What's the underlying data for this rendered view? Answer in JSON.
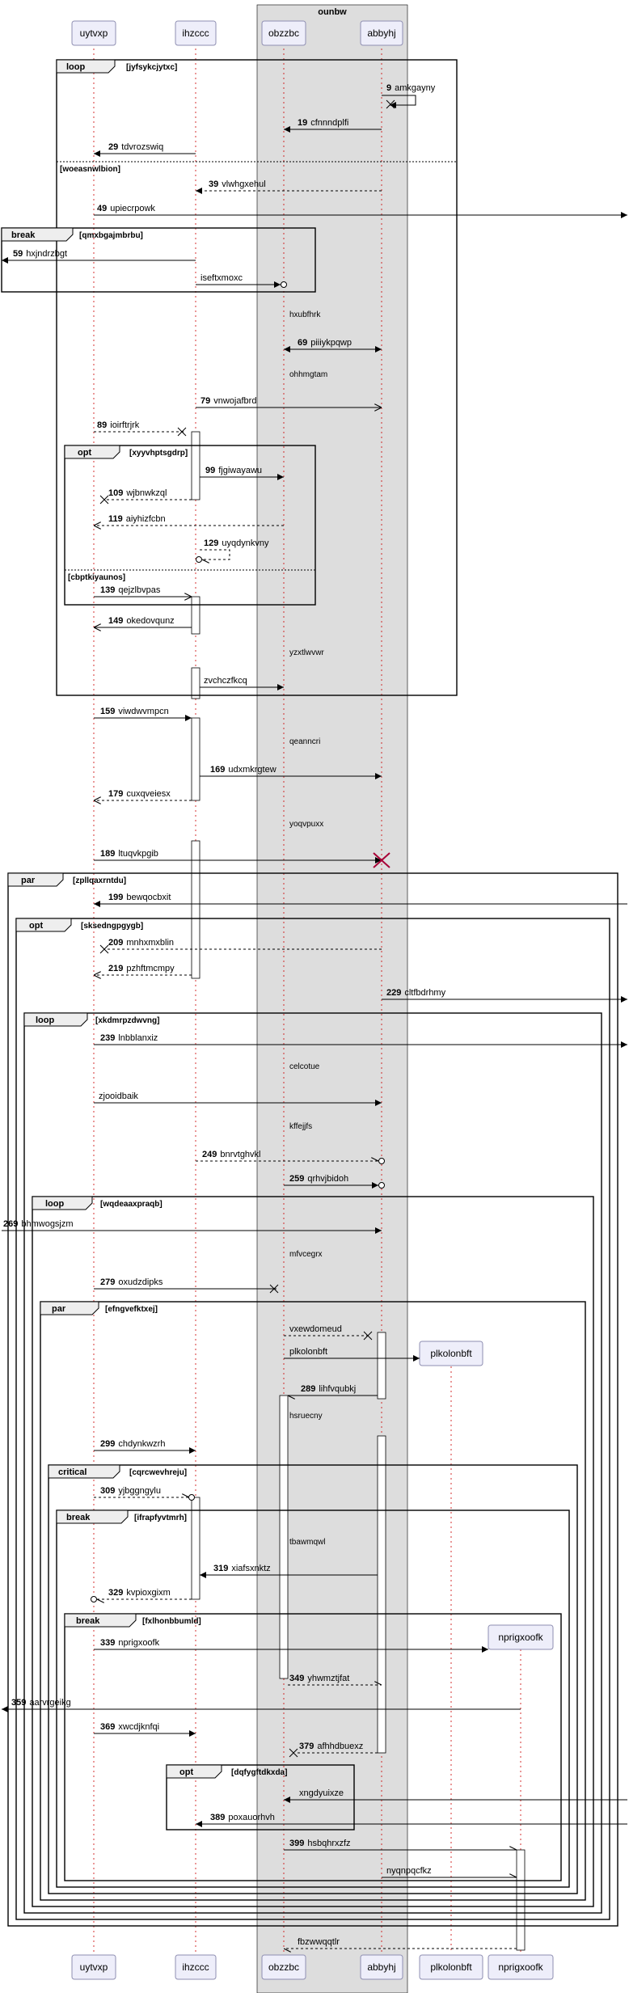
{
  "box": {
    "title": "ounbw"
  },
  "participants": [
    {
      "id": "uytvxp",
      "label": "uytvxp"
    },
    {
      "id": "ihzccc",
      "label": "ihzccc"
    },
    {
      "id": "obzzbc",
      "label": "obzzbc"
    },
    {
      "id": "abbyhj",
      "label": "abbyhj"
    },
    {
      "id": "plkolonbft",
      "label": "plkolonbft"
    },
    {
      "id": "nprigxoofk",
      "label": "nprigxoofk"
    }
  ],
  "fragments": [
    {
      "kind": "loop",
      "condition": "[jyfsykcjytxc]"
    },
    {
      "kind": "else",
      "condition": "[woeasnwlbion]"
    },
    {
      "kind": "break",
      "condition": "[qmxbgajmbrbu]"
    },
    {
      "kind": "opt",
      "condition": "[xyyvhptsgdrp]"
    },
    {
      "kind": "else",
      "condition": "[cbptkiyaunos]"
    },
    {
      "kind": "par",
      "condition": "[zpllqaxrntdu]"
    },
    {
      "kind": "opt",
      "condition": "[sksedngpgygb]"
    },
    {
      "kind": "loop",
      "condition": "[xkdmrpzdwvng]"
    },
    {
      "kind": "loop",
      "condition": "[wqdeaaxpraqb]"
    },
    {
      "kind": "par",
      "condition": "[efngvefktxej]"
    },
    {
      "kind": "critical",
      "condition": "[cqrcwevhreju]"
    },
    {
      "kind": "break",
      "condition": "[ifrapfyvtmrh]"
    },
    {
      "kind": "break",
      "condition": "[fxlhonbbumld]"
    },
    {
      "kind": "opt",
      "condition": "[dqfygftdkxda]"
    }
  ],
  "messages": [
    {
      "num": "9",
      "text": "amkgayny"
    },
    {
      "num": "19",
      "text": "cfnnndplfi"
    },
    {
      "num": "29",
      "text": "tdvrozswiq"
    },
    {
      "num": "39",
      "text": "vlwhgxehul"
    },
    {
      "num": "49",
      "text": "upiecrpowk"
    },
    {
      "num": "59",
      "text": "hxjndrzbgt"
    },
    {
      "num": "",
      "text": "iseftxmoxc"
    },
    {
      "num": "69",
      "text": "piiiykpqwp"
    },
    {
      "num": "79",
      "text": "vnwojafbrd"
    },
    {
      "num": "89",
      "text": "ioirftrjrk"
    },
    {
      "num": "99",
      "text": "fjgiwayawu"
    },
    {
      "num": "109",
      "text": "wjbnwkzql"
    },
    {
      "num": "119",
      "text": "aiyhizfcbn"
    },
    {
      "num": "129",
      "text": "uyqdynkvny"
    },
    {
      "num": "139",
      "text": "qejzlbvpas"
    },
    {
      "num": "149",
      "text": "okedovqunz"
    },
    {
      "num": "",
      "text": "zvchczfkcq"
    },
    {
      "num": "159",
      "text": "viwdwvmpcn"
    },
    {
      "num": "169",
      "text": "udxmkrgtew"
    },
    {
      "num": "179",
      "text": "cuxqveiesx"
    },
    {
      "num": "189",
      "text": "ltuqvkpgib"
    },
    {
      "num": "199",
      "text": "bewqocbxit"
    },
    {
      "num": "209",
      "text": "mnhxmxblin"
    },
    {
      "num": "219",
      "text": "pzhftmcmpy"
    },
    {
      "num": "229",
      "text": "cltfbdrhmy"
    },
    {
      "num": "239",
      "text": "lnbblanxiz"
    },
    {
      "num": "",
      "text": "zjooidbaik"
    },
    {
      "num": "249",
      "text": "bnrvtghvkl"
    },
    {
      "num": "259",
      "text": "qrhvjbidoh"
    },
    {
      "num": "269",
      "text": "bhmwogsjzm"
    },
    {
      "num": "279",
      "text": "oxudzdipks"
    },
    {
      "num": "",
      "text": "vxewdomeud"
    },
    {
      "num": "",
      "text": "plkolonbft"
    },
    {
      "num": "289",
      "text": "lihfvqubkj"
    },
    {
      "num": "299",
      "text": "chdynkwzrh"
    },
    {
      "num": "309",
      "text": "yjbggngylu"
    },
    {
      "num": "319",
      "text": "xiafsxnktz"
    },
    {
      "num": "329",
      "text": "kvpioxgixm"
    },
    {
      "num": "339",
      "text": "nprigxoofk"
    },
    {
      "num": "349",
      "text": "yhwmztjfat"
    },
    {
      "num": "359",
      "text": "aarvrgeikg"
    },
    {
      "num": "369",
      "text": "xwcdjknfqi"
    },
    {
      "num": "379",
      "text": "afhhdbuexz"
    },
    {
      "num": "",
      "text": "xngdyuixze"
    },
    {
      "num": "389",
      "text": "poxauorhvh"
    },
    {
      "num": "399",
      "text": "hsbqhrxzfz"
    },
    {
      "num": "",
      "text": "nyqnpqcfkz"
    },
    {
      "num": "",
      "text": "fbzwwqqtlr"
    }
  ],
  "dividers": [
    "hxubfhrk",
    "ohhmgtam",
    "yzxtlwvwr",
    "qeanncri",
    "yoqvpuxx",
    "celcotue",
    "kffejjfs",
    "mfvcegrx",
    "hsruecny",
    "tbawmqwl"
  ]
}
